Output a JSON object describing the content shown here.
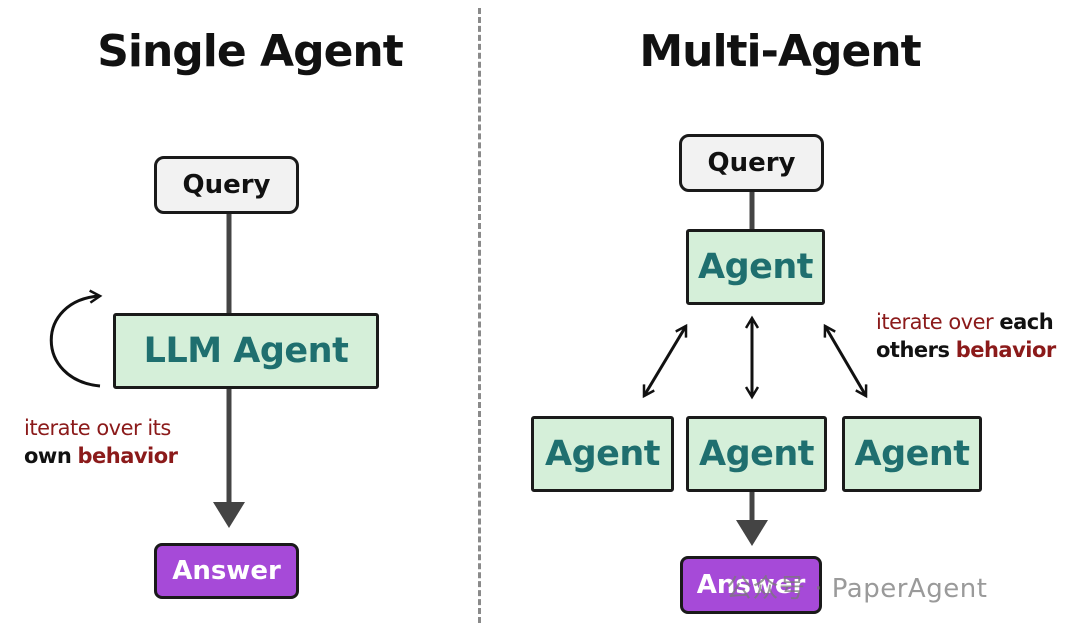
{
  "single": {
    "title": "Single Agent",
    "query": "Query",
    "agent": "LLM Agent",
    "answer": "Answer",
    "note": {
      "line1": "iterate over its",
      "line2_a": "own",
      "line2_b": "behavior"
    }
  },
  "multi": {
    "title": "Multi-Agent",
    "query": "Query",
    "top_agent": "Agent",
    "agents": [
      "Agent",
      "Agent",
      "Agent"
    ],
    "answer": "Answer",
    "note": {
      "line1_a": "iterate over",
      "line1_b": "each",
      "line2_a": "others",
      "line2_b": "behavior"
    }
  },
  "watermark": "公众号 · PaperAgent",
  "colors": {
    "agent_fill": "#d5efd9",
    "agent_text": "#1f6f6f",
    "query_fill": "#f2f2f2",
    "answer_fill": "#a64ad8",
    "note_red": "#8b1a1a"
  }
}
